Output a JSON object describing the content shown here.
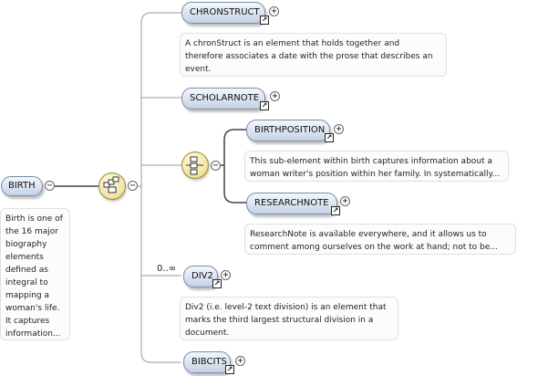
{
  "root": {
    "label": "BIRTH",
    "description": [
      "Birth is one of",
      "the 16 major",
      "biography",
      "elements",
      "defined as",
      "integral to",
      "mapping a",
      "woman's life.",
      "It captures",
      "information..."
    ]
  },
  "children": [
    {
      "label": "CHRONSTRUCT",
      "description": [
        "A chronStruct is an element that holds together and",
        "therefore associates a date with the prose that describes an",
        "event."
      ]
    },
    {
      "label": "SCHOLARNOTE",
      "description": []
    },
    {
      "label": "BIRTHPOSITION",
      "description": [
        "This sub-element within birth captures information about a",
        "woman writer's position within her family. In systematically..."
      ]
    },
    {
      "label": "RESEARCHNOTE",
      "description": [
        "ResearchNote is available everywhere, and it allows us to",
        "comment among ourselves on the work at hand; not to be..."
      ]
    },
    {
      "label": "DIV2",
      "cardinality": "0..∞",
      "description": [
        "Div2 (i.e. level-2 text division) is an element that",
        "marks the third largest structural division in a",
        "document."
      ]
    },
    {
      "label": "BIBCITS",
      "description": []
    }
  ],
  "symbols": {
    "expand": "+",
    "collapse": "−",
    "reference": "↗"
  }
}
